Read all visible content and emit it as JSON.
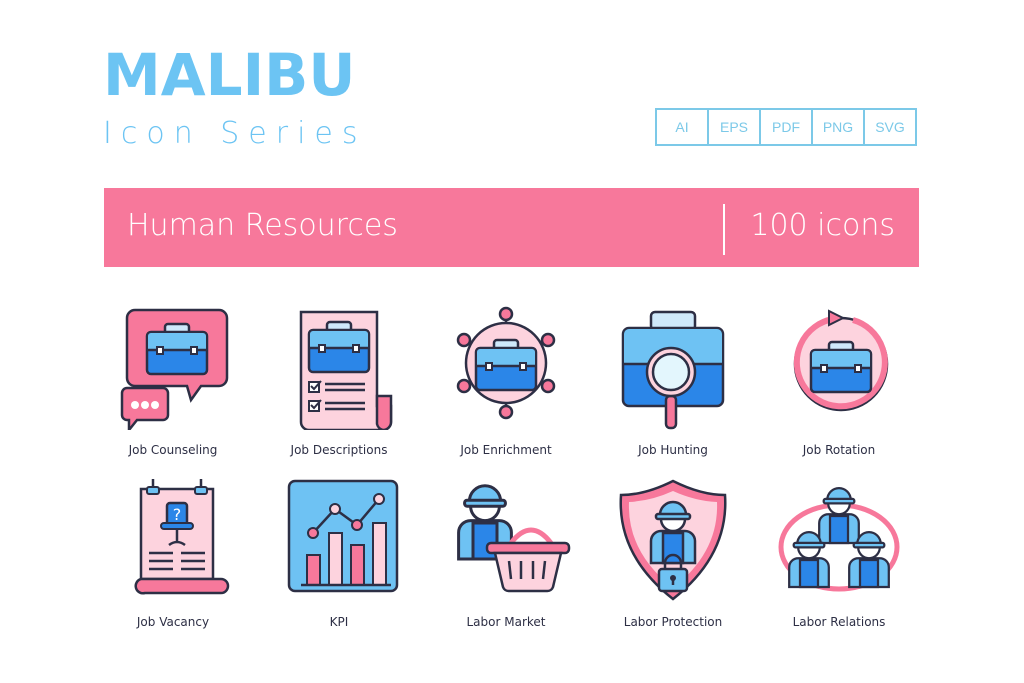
{
  "header": {
    "brand": "MALIBU",
    "subtitle": "Icon Series",
    "formats": [
      "AI",
      "EPS",
      "PDF",
      "PNG",
      "SVG"
    ]
  },
  "banner": {
    "title": "Human Resources",
    "count": "100 icons"
  },
  "colors": {
    "brand_blue": "#6cc4f3",
    "banner_pink": "#f7789b",
    "outline": "#2d2f45",
    "light_pink": "#fdd3de",
    "blue_light": "#6ec2f3",
    "blue_dark": "#2b86e8"
  },
  "icons": [
    {
      "label": "Job Counseling",
      "icon": "job-counseling-icon"
    },
    {
      "label": "Job Descriptions",
      "icon": "job-descriptions-icon"
    },
    {
      "label": "Job Enrichment",
      "icon": "job-enrichment-icon"
    },
    {
      "label": "Job Hunting",
      "icon": "job-hunting-icon"
    },
    {
      "label": "Job Rotation",
      "icon": "job-rotation-icon"
    },
    {
      "label": "Job Vacancy",
      "icon": "job-vacancy-icon"
    },
    {
      "label": "KPI",
      "icon": "kpi-icon"
    },
    {
      "label": "Labor Market",
      "icon": "labor-market-icon"
    },
    {
      "label": "Labor Protection",
      "icon": "labor-protection-icon"
    },
    {
      "label": "Labor Relations",
      "icon": "labor-relations-icon"
    }
  ]
}
